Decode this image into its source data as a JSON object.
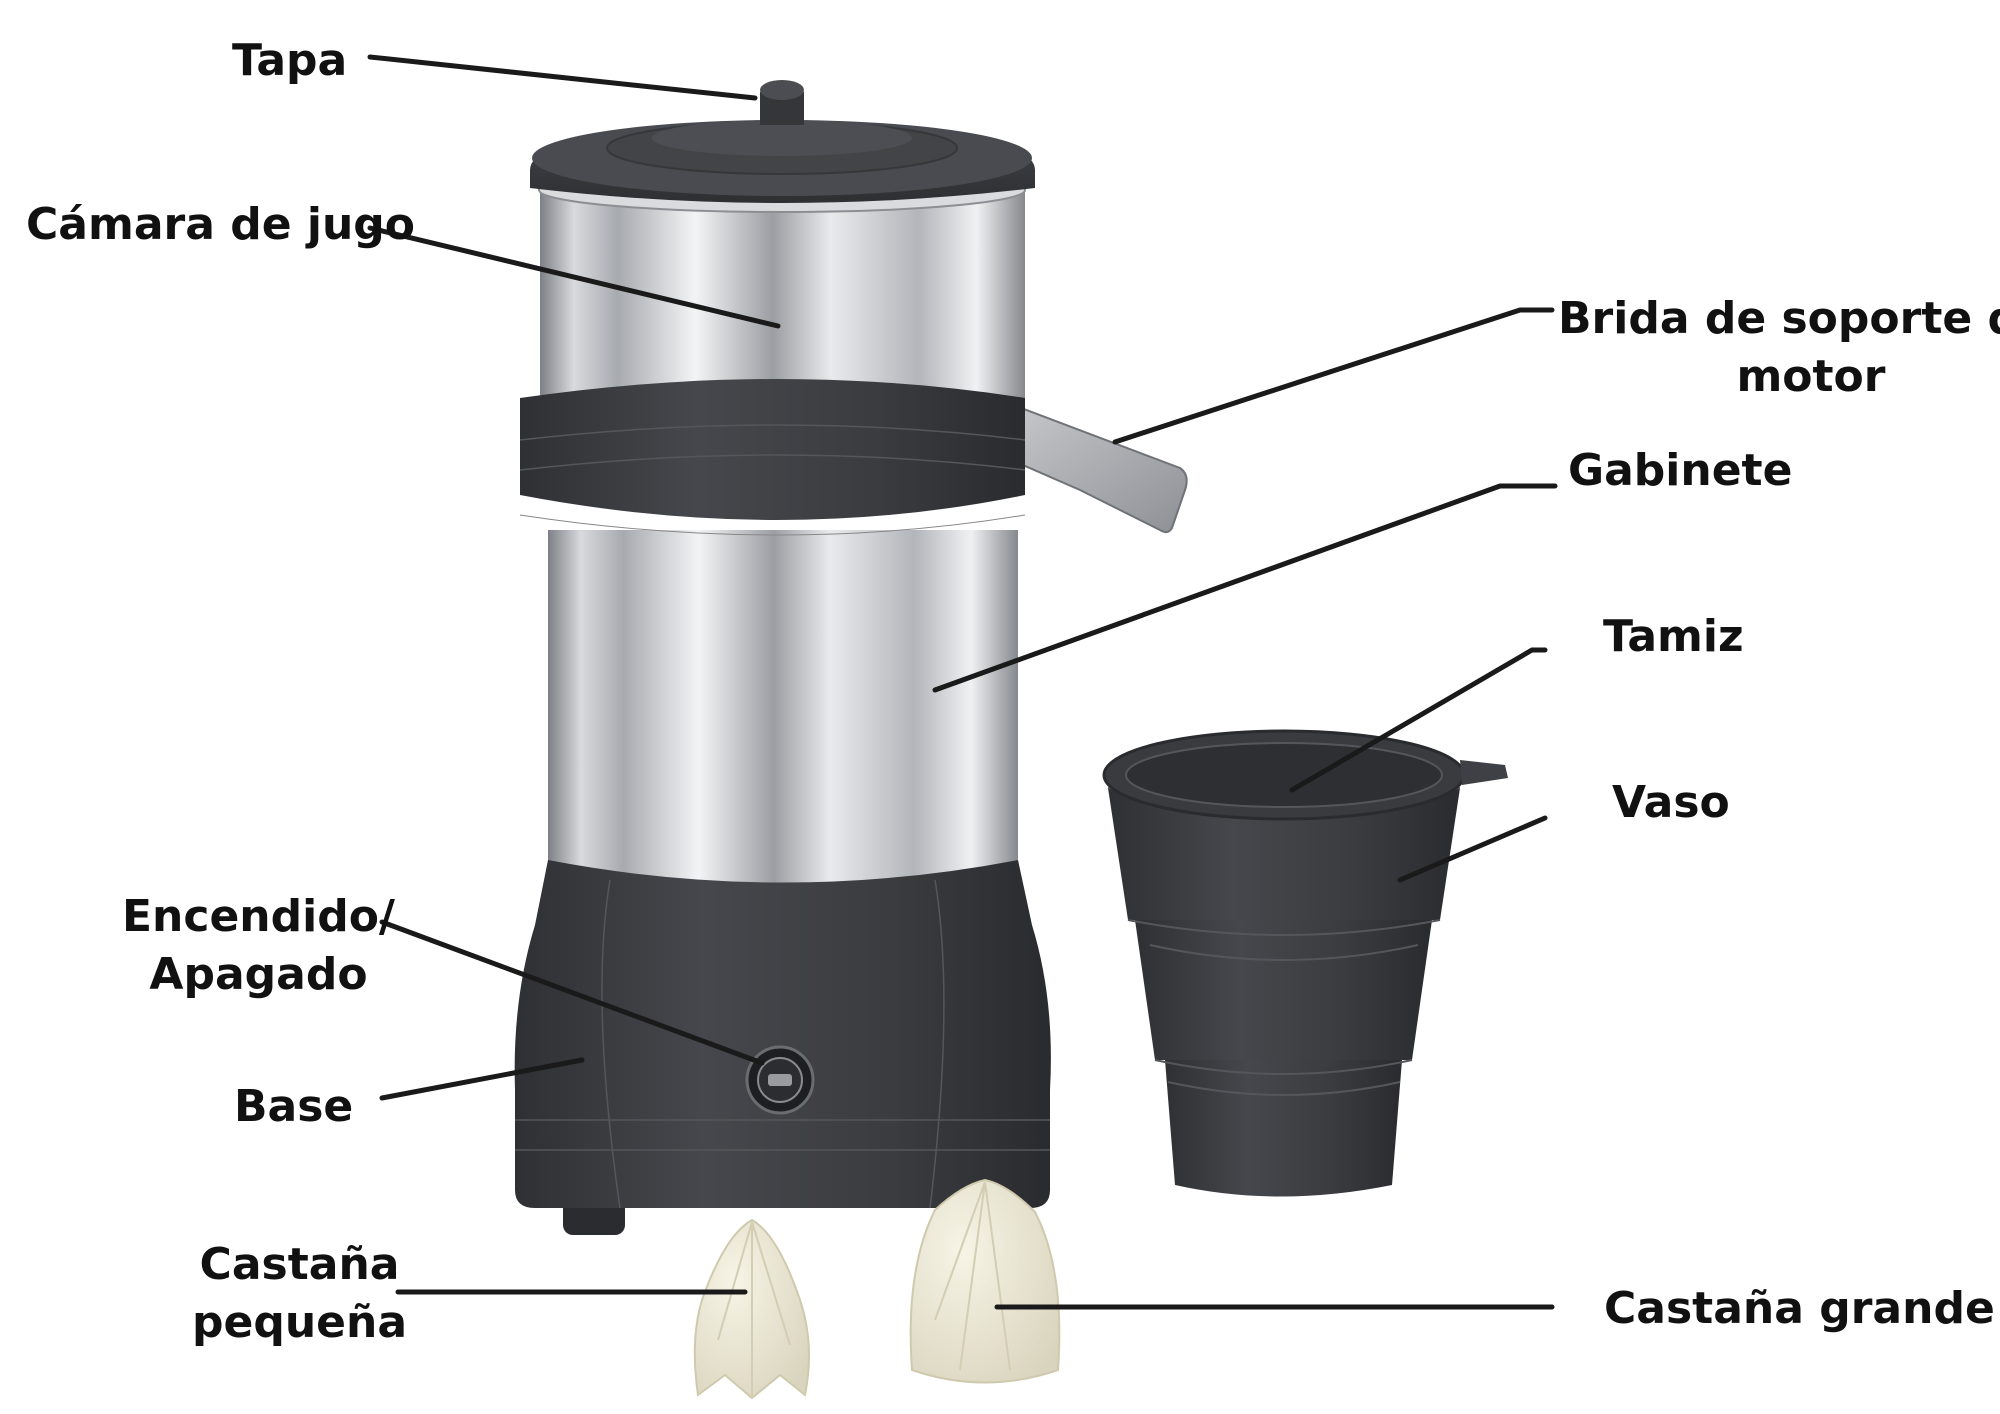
{
  "colors": {
    "dark_plastic": "#3d3e42",
    "dark_plastic_shade": "#2b2c30",
    "steel_light": "#eceef0",
    "steel_dark": "#8a8d92",
    "reamer": "#ece8d6",
    "leader_line": "#1a1a1a"
  },
  "labels": {
    "lid": "Tapa",
    "juice_chamber": "Cámara de jugo",
    "motor_flange_line1": "Brida de soporte del",
    "motor_flange_line2": "motor",
    "cabinet": "Gabinete",
    "sieve": "Tamiz",
    "cup": "Vaso",
    "power_line1": "Encendido/",
    "power_line2": "Apagado",
    "base": "Base",
    "small_reamer_line1": "Castaña",
    "small_reamer_line2": "pequeña",
    "large_reamer": "Castaña grande"
  }
}
